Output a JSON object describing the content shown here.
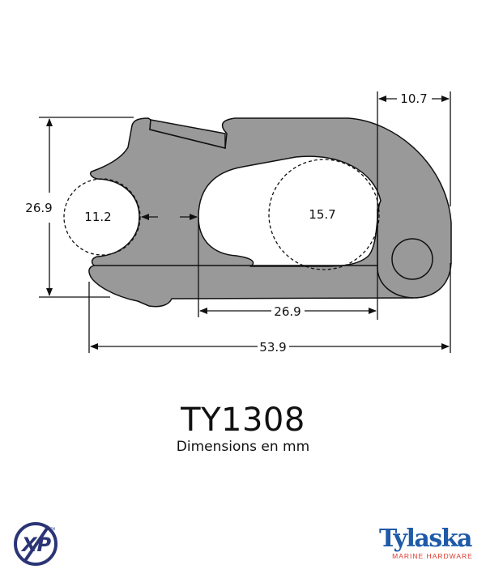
{
  "product": {
    "model": "TY1308",
    "subtitle": "Dimensions en mm"
  },
  "dimensions": {
    "height": "26.9",
    "small_opening": "11.2",
    "large_opening": "15.7",
    "inner_length": "26.9",
    "overall_length": "53.9",
    "nose_width": "10.7"
  },
  "logos": {
    "left": {
      "text": "XP",
      "tm": "TM",
      "color": "#2b3576"
    },
    "right": {
      "name": "Tylaska",
      "tagline": "MARINE HARDWARE",
      "name_color": "#1f5aa8",
      "tagline_color": "#e03a2f"
    }
  },
  "colors": {
    "body": "#999999",
    "outline": "#111111"
  }
}
